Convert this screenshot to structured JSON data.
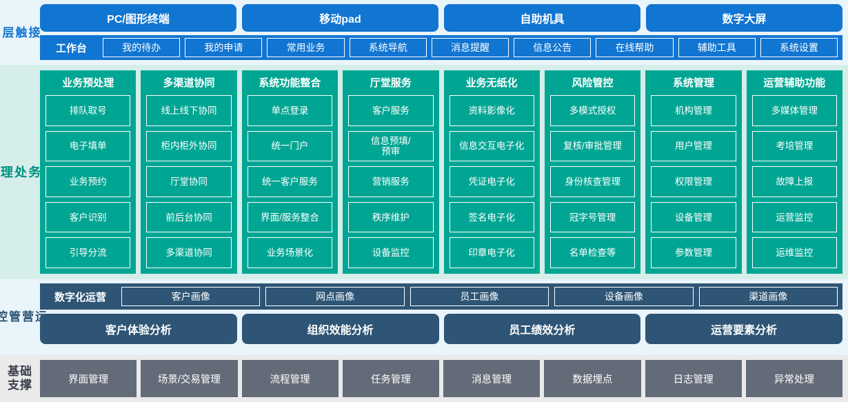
{
  "layers": {
    "contact": {
      "label": "接\n触\n层",
      "terminals": [
        "PC/图形终端",
        "移动pad",
        "自助机具",
        "数字大屏"
      ],
      "workbench_title": "工作台",
      "workbench_items": [
        "我的待办",
        "我的申请",
        "常用业务",
        "系统导航",
        "消息提醒",
        "信息公告",
        "在线帮助",
        "辅助工具",
        "系统设置"
      ],
      "accent_color": "#1175d2",
      "background_color": "#eaf4fb"
    },
    "business": {
      "label": "业\n务\n处\n理\n层",
      "accent_color": "#00a693",
      "background_color": "#d6eeea",
      "columns": [
        {
          "title": "业务预处理",
          "items": [
            "排队取号",
            "电子填单",
            "业务预约",
            "客户识别",
            "引导分流"
          ]
        },
        {
          "title": "多渠道协同",
          "items": [
            "线上线下协同",
            "柜内柜外协同",
            "厅堂协同",
            "前后台协同",
            "多渠道协同"
          ]
        },
        {
          "title": "系统功能整合",
          "items": [
            "单点登录",
            "统一门户",
            "统一客户服务",
            "界面/服务整合",
            "业务场景化"
          ]
        },
        {
          "title": "厅堂服务",
          "items": [
            "客户服务",
            "信息预填/\n预审",
            "营销服务",
            "秩序维护",
            "设备监控"
          ]
        },
        {
          "title": "业务无纸化",
          "items": [
            "资料影像化",
            "信息交互电子化",
            "凭证电子化",
            "签名电子化",
            "印章电子化"
          ]
        },
        {
          "title": "风险管控",
          "items": [
            "多模式授权",
            "复核/审批管理",
            "身份核查管理",
            "冠字号管理",
            "名单检查等"
          ]
        },
        {
          "title": "系统管理",
          "items": [
            "机构管理",
            "用户管理",
            "权限管理",
            "设备管理",
            "参数管理"
          ]
        },
        {
          "title": "运营辅助功能",
          "items": [
            "多媒体管理",
            "考培管理",
            "故障上报",
            "运营监控",
            "运维监控"
          ]
        }
      ]
    },
    "operations": {
      "label": "运\n营\n管\n控",
      "accent_color": "#2e5575",
      "background_color": "#eaf4fb",
      "portrait_title": "数字化运营",
      "portrait_items": [
        "客户画像",
        "网点画像",
        "员工画像",
        "设备画像",
        "渠道画像"
      ],
      "analysis_items": [
        "客户体验分析",
        "组织效能分析",
        "员工绩效分析",
        "运营要素分析"
      ]
    },
    "foundation": {
      "label": "基础\n支撑",
      "accent_color": "#646b78",
      "background_color": "#eaeaea",
      "items": [
        "界面管理",
        "场景/交易管理",
        "流程管理",
        "任务管理",
        "消息管理",
        "数据埋点",
        "日志管理",
        "异常处理"
      ]
    }
  }
}
